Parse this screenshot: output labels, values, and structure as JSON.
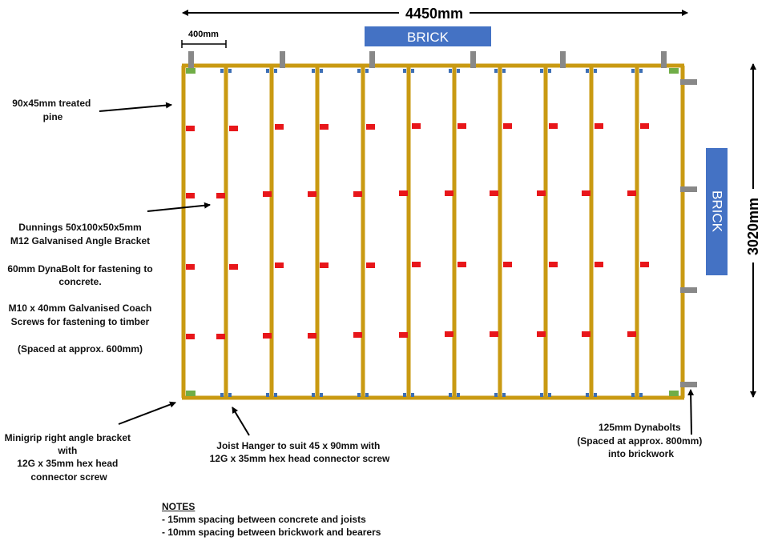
{
  "dimensions": {
    "width_label": "4450mm",
    "height_label": "3020mm",
    "spacing_label": "400mm"
  },
  "brick_top": "BRICK",
  "brick_right": "BRICK",
  "labels": {
    "pine": [
      "90x45mm treated",
      "pine"
    ],
    "bracket": [
      "Dunnings 50x100x50x5mm",
      "M12 Galvanised Angle Bracket",
      "",
      "60mm DynaBolt for fastening to",
      "concrete.",
      "",
      "M10 x 40mm Galvanised Coach",
      "Screws for fastening to timber",
      "",
      "(Spaced at approx. 600mm)"
    ],
    "minigrip": [
      "Minigrip right angle bracket",
      "with",
      "12G x 35mm hex head",
      "connector screw"
    ],
    "joist_hanger": [
      "Joist Hanger to suit 45 x 90mm with",
      "12G x 35mm hex head connector screw"
    ],
    "dynabolts": [
      "125mm Dynabolts",
      "(Spaced at approx. 800mm)",
      "into brickwork"
    ]
  },
  "notes": {
    "heading": "NOTES",
    "items": [
      "- 15mm spacing between concrete and joists",
      "- 10mm spacing between brickwork and bearers"
    ]
  },
  "colors": {
    "timber": "#c99a12",
    "bracket": "#e8161a",
    "hanger": "#3d6fb5",
    "dynabolt": "#888888",
    "minigrip": "#70ad47",
    "brick": "#4472c4"
  }
}
